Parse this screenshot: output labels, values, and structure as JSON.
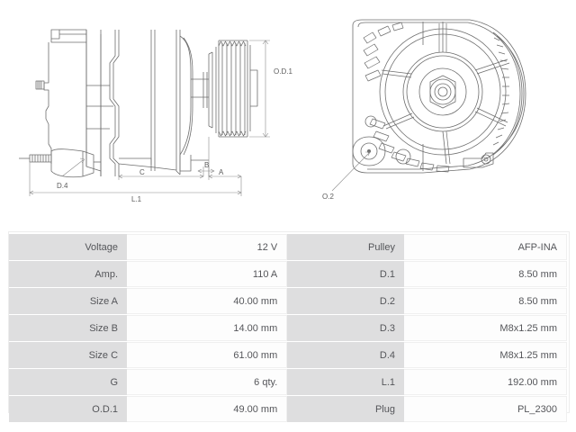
{
  "drawing": {
    "side_view": {
      "name": "alternator-side-view",
      "labels": [
        {
          "id": "od1",
          "text": "O.D.1"
        },
        {
          "id": "d4",
          "text": "D.4"
        },
        {
          "id": "c",
          "text": "C"
        },
        {
          "id": "b",
          "text": "B"
        },
        {
          "id": "a",
          "text": "A"
        },
        {
          "id": "l1",
          "text": "L.1"
        }
      ]
    },
    "front_view": {
      "name": "alternator-front-view",
      "labels": [
        {
          "id": "d2",
          "text": "O.2"
        }
      ]
    },
    "line_color": "#6e6e6e",
    "dim_color": "#8a8a8a"
  },
  "spec_table": {
    "rows": [
      {
        "label_left": "Voltage",
        "value_left": "12 V",
        "label_right": "Pulley",
        "value_right": "AFP-INA"
      },
      {
        "label_left": "Amp.",
        "value_left": "110 A",
        "label_right": "D.1",
        "value_right": "8.50 mm"
      },
      {
        "label_left": "Size A",
        "value_left": "40.00 mm",
        "label_right": "D.2",
        "value_right": "8.50 mm"
      },
      {
        "label_left": "Size B",
        "value_left": "14.00 mm",
        "label_right": "D.3",
        "value_right": "M8x1.25 mm"
      },
      {
        "label_left": "Size C",
        "value_left": "61.00 mm",
        "label_right": "D.4",
        "value_right": "M8x1.25 mm"
      },
      {
        "label_left": "G",
        "value_left": "6 qty.",
        "label_right": "L.1",
        "value_right": "192.00 mm"
      },
      {
        "label_left": "O.D.1",
        "value_left": "49.00 mm",
        "label_right": "Plug",
        "value_right": "PL_2300"
      }
    ],
    "label_bg": "#dededf",
    "value_bg": "#fdfdfd",
    "text_color": "#55565a"
  }
}
